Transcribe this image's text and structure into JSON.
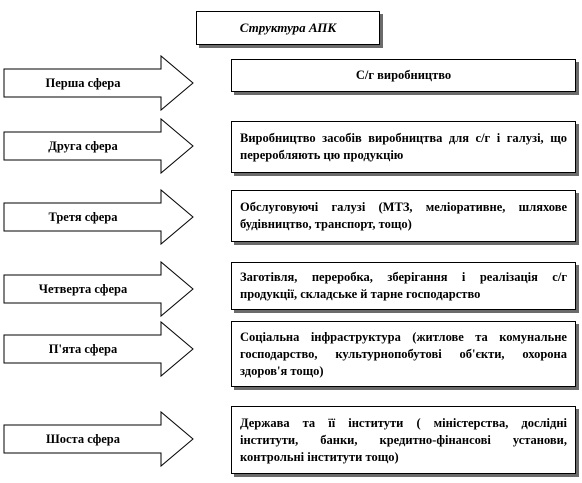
{
  "title": "Структура АПК",
  "spheres": [
    {
      "arrow_label": "Перша сфера",
      "description": "С/г виробництво"
    },
    {
      "arrow_label": "Друга сфера",
      "description": "Виробництво засобів виробництва для с/г і галузі, що переробляють цю продукцію"
    },
    {
      "arrow_label": "Третя сфера",
      "description": "Обслуговуючі галузі (МТЗ, меліоративне, шляхове будівництво, транспорт, тощо)"
    },
    {
      "arrow_label": "Четверта сфера",
      "description": "Заготівля, переробка, зберігання і реалізація с/г продукції, складське й тарне господарство"
    },
    {
      "arrow_label": "П'ята сфера",
      "description": "Соціальна інфраструктура (житлове та комунальне господарство, культурнопобутові об'єкти, охорона здоров'я тощо)"
    },
    {
      "arrow_label": "Шоста сфера",
      "description": "Держава та її інститути ( міністерства, дослідні інститути, банки, кредитно-фінансові установи, контрольні інститути тощо)"
    }
  ]
}
